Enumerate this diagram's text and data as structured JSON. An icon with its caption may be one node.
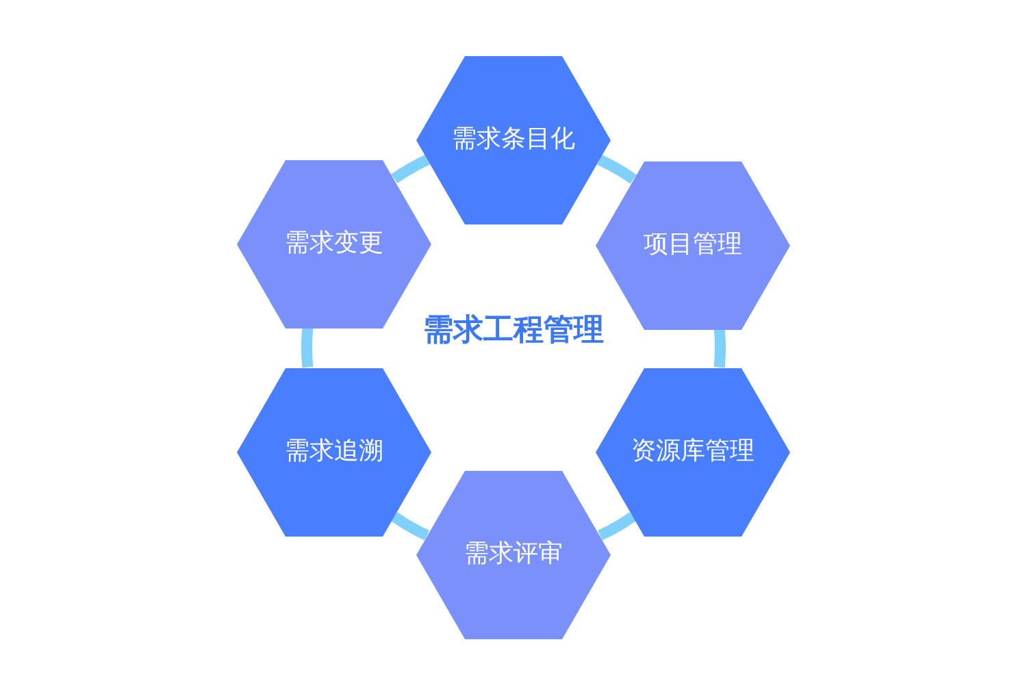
{
  "diagram": {
    "nodes": [
      {
        "text": [
          "需求条目化"
        ]
      },
      {
        "text": [
          "项目管理"
        ]
      },
      {
        "text": [
          "资源库管理"
        ]
      },
      {
        "text": [
          "需求评审"
        ]
      },
      {
        "text": [
          "需求追溯"
        ]
      },
      {
        "text": [
          "需求变更"
        ]
      }
    ],
    "edges": [
      {
        "from": 0,
        "to": 1,
        "arrow": "none"
      },
      {
        "from": 1,
        "to": 2,
        "arrow": "none"
      },
      {
        "from": 2,
        "to": 3,
        "arrow": "none"
      },
      {
        "from": 3,
        "to": 4,
        "arrow": "none"
      },
      {
        "from": 4,
        "to": 5,
        "arrow": "none"
      },
      {
        "from": 5,
        "to": 0,
        "arrow": "none"
      }
    ],
    "labels": [
      "需求工程管理"
    ]
  }
}
